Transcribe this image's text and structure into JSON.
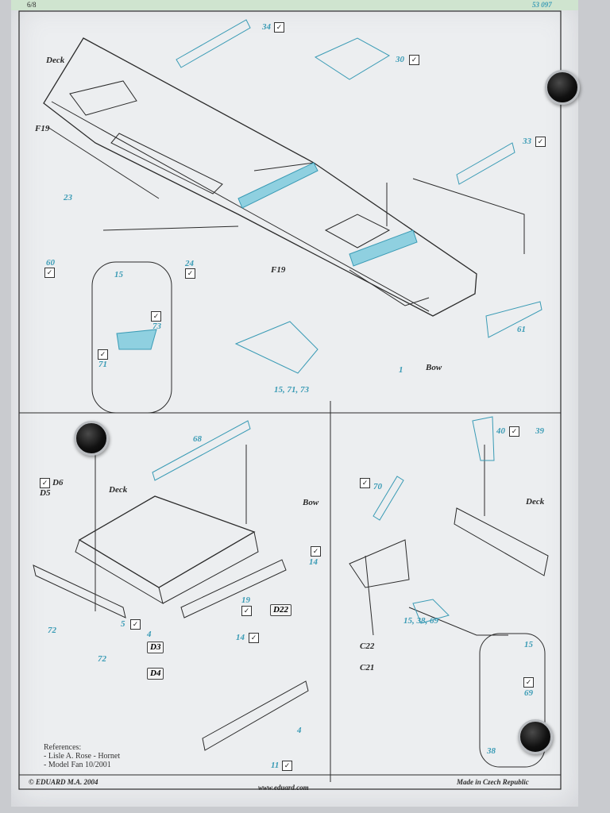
{
  "header": {
    "page_num": "6/8",
    "code": "53 097"
  },
  "footer": {
    "left": "© EDUARD  M.A. 2004",
    "center": "www.eduard.com",
    "right": "Made in Czech Republic"
  },
  "references": {
    "title": "References:",
    "lines": [
      "- Lisle A. Rose - Hornet",
      "- Model Fan 10/2001"
    ]
  },
  "labels": {
    "deck": "Deck",
    "bow": "Bow",
    "f19": "F19",
    "p34": "34",
    "p30": "30",
    "p33": "33",
    "p23": "23",
    "p60": "60",
    "p24": "24",
    "p61": "61",
    "p1": "1",
    "p15": "15",
    "p73": "73",
    "p71": "71",
    "p15_71_73": "15, 71, 73",
    "p68": "68",
    "d6": "D6",
    "d5": "D5",
    "p14": "14",
    "p19": "19",
    "d22": "D22",
    "p72": "72",
    "p5": "5",
    "p4": "4",
    "d3": "D3",
    "d4": "D4",
    "p11": "11",
    "p40": "40",
    "p39": "39",
    "p70": "70",
    "c22": "C22",
    "c21": "C21",
    "p15_38_69": "15, 38, 69",
    "p69": "69",
    "p38": "38"
  }
}
